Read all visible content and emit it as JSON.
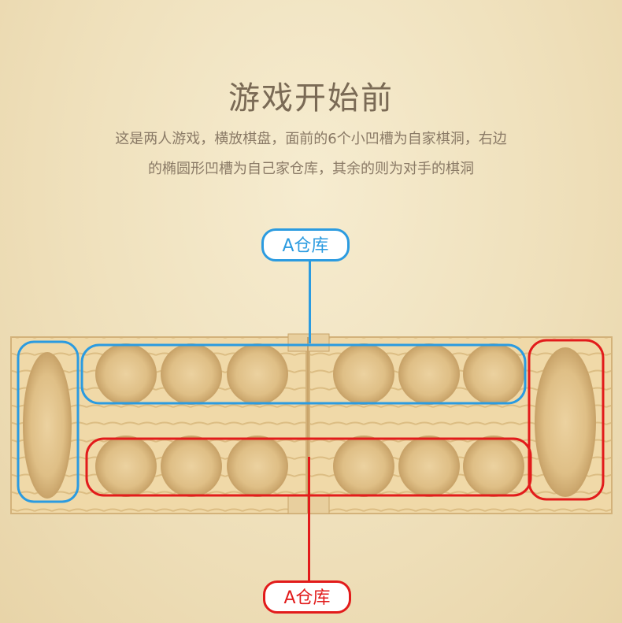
{
  "heading": "游戏开始前",
  "description": {
    "line1": "这是两人游戏，横放棋盘，面前的6个小凹槽为自家棋洞，右边",
    "line2": "的椭圆形凹槽为自己家仓库，其余的则为对手的棋洞"
  },
  "labels": {
    "top": "A仓库",
    "bottom": "A仓库"
  },
  "colors": {
    "blue": "#2b9be0",
    "red": "#e21b1b",
    "wood": "#efd6a3"
  }
}
